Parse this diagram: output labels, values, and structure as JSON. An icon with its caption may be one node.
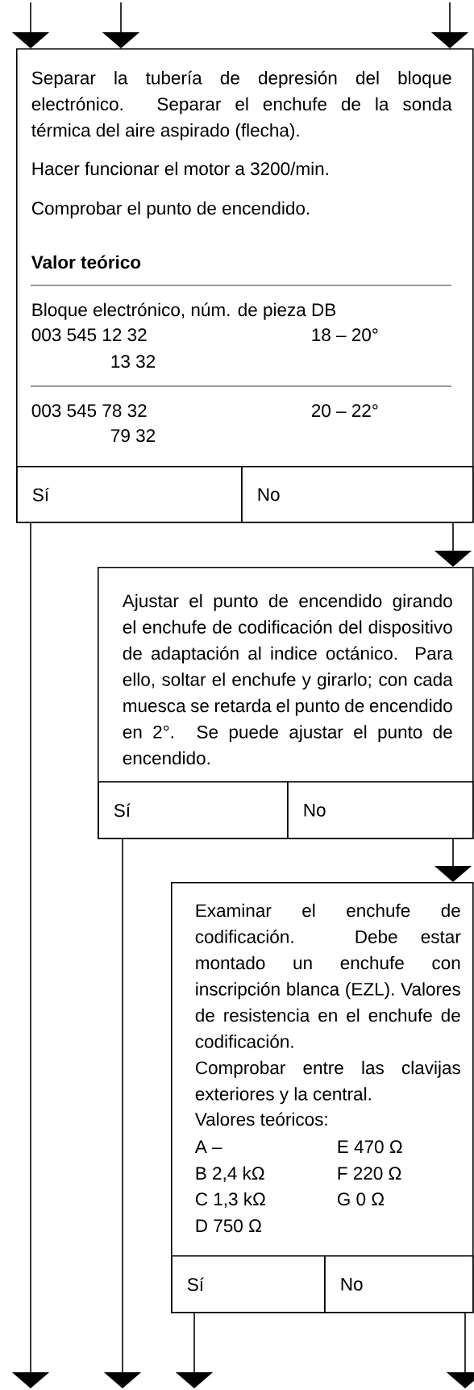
{
  "diagram": {
    "nodes": [
      {
        "text": [
          "Separar la tubería de depresión del bloque electrónico. Separar el enchufe de la sonda térmica del aire aspirado (flecha).",
          "Hacer funcionar el motor a 3200/min.",
          "Comprobar el punto de encendido.",
          "Valor teórico",
          "Bloque electrónico, núm. de pieza DB",
          "003 545 12 32",
          "18 – 20°",
          "13 32",
          "003 545 78 32",
          "20 – 22°",
          "79 32"
        ]
      },
      {
        "text": [
          "Sí"
        ],
        "in": 0
      },
      {
        "text": [
          "No"
        ],
        "in": 0
      },
      {
        "text": [
          "Ajustar el punto de encendido girando el enchufe de codificación del dispositivo de adaptación al indice octánico. Para ello, soltar el enchufe y girarlo; con cada muesca se retarda el punto de encendido en 2°. Se puede ajustar el punto de encendido."
        ]
      },
      {
        "text": [
          "Sí"
        ],
        "in": 3
      },
      {
        "text": [
          "No"
        ],
        "in": 3
      },
      {
        "text": [
          "Examinar el enchufe de codificación. Debe estar montado un enchufe con inscripción blanca (EZL). Valores de resistencia en el enchufe de codificación.",
          "Comprobar entre las clavijas exteriores y la central.",
          "Valores teóricos:",
          "A –",
          "E 470 Ω",
          "B 2,4 kΩ",
          "F 220 Ω",
          "C 1,3 kΩ",
          "G 0 Ω",
          "D 750 Ω"
        ]
      },
      {
        "text": [
          "Sí"
        ],
        "in": 6
      },
      {
        "text": [
          "No"
        ],
        "in": 6
      }
    ],
    "edges": [
      {
        "from": null,
        "to": 0,
        "arrow": "to"
      },
      {
        "from": null,
        "to": 0,
        "arrow": "to"
      },
      {
        "from": null,
        "to": 0,
        "arrow": "to"
      },
      {
        "from": 1,
        "to": null,
        "arrow": "to"
      },
      {
        "from": 2,
        "to": 3,
        "arrow": "to"
      },
      {
        "from": 4,
        "to": null,
        "arrow": "to"
      },
      {
        "from": 5,
        "to": 6,
        "arrow": "to"
      },
      {
        "from": 7,
        "to": null,
        "arrow": "to"
      },
      {
        "from": 8,
        "to": null,
        "arrow": "to"
      }
    ]
  }
}
